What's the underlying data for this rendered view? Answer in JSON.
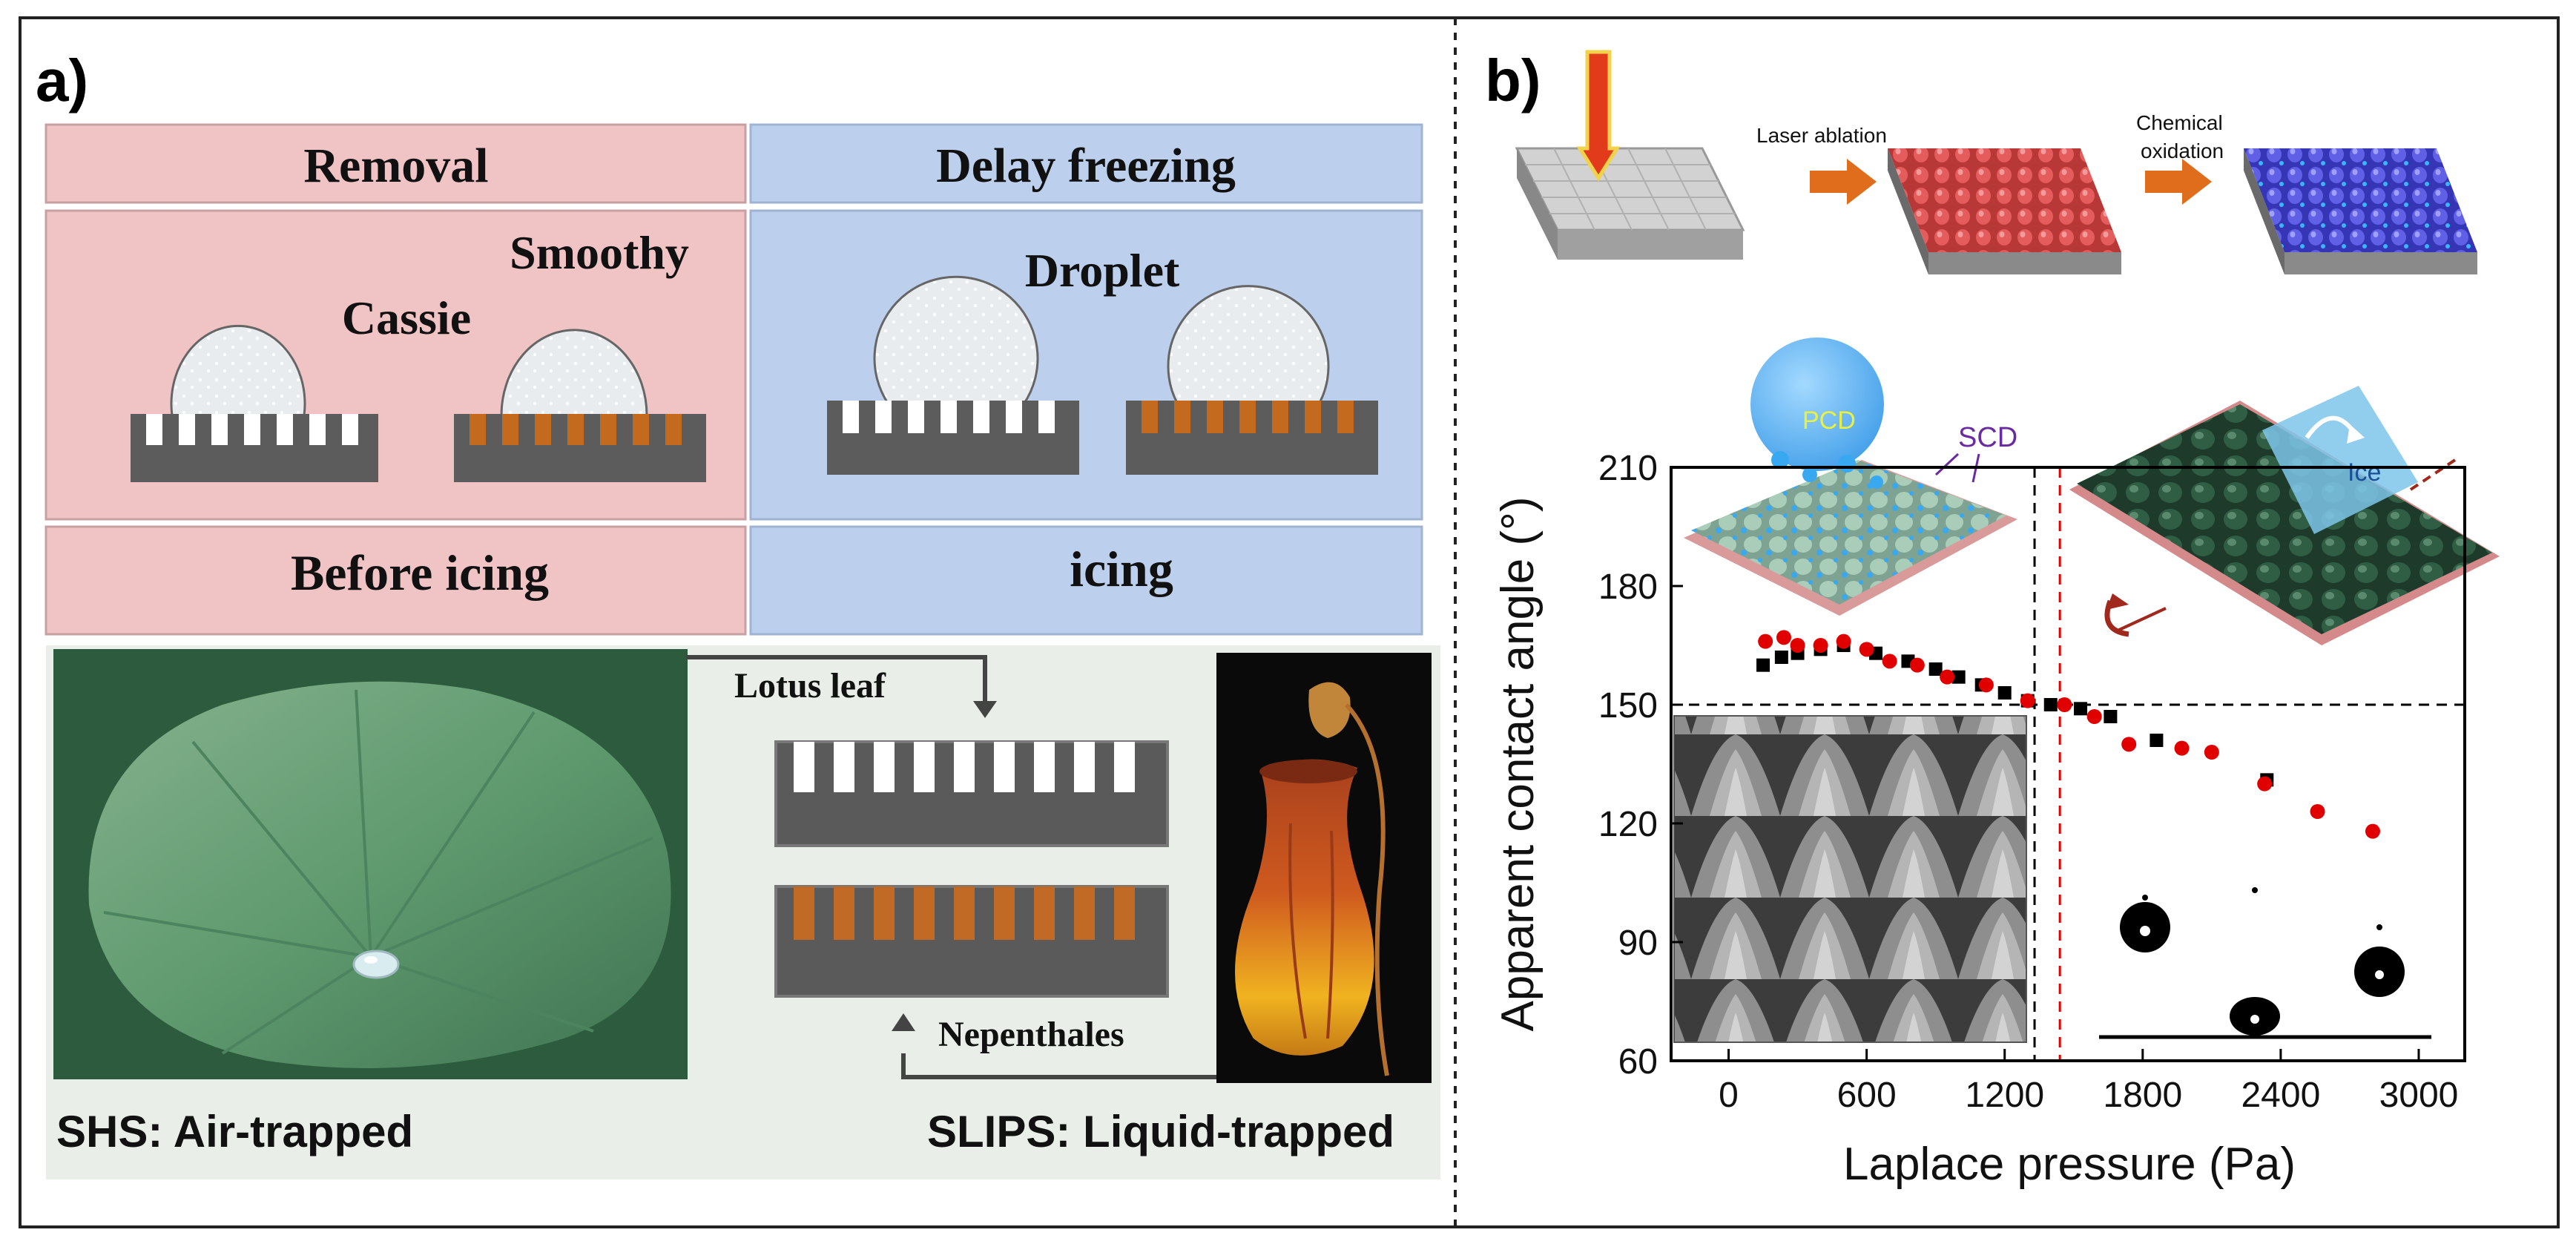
{
  "panel_a": {
    "label": "a)",
    "header_left": "Removal",
    "header_right": "Delay freezing",
    "label_cassie": "Cassie",
    "label_smoothy": "Smoothy",
    "label_droplet": "Droplet",
    "footer_left": "Before icing",
    "footer_right": "icing",
    "lotus_label": "Lotus leaf",
    "nepenthales_label": "Nepenthales",
    "caption_left": "SHS: Air-trapped",
    "caption_right": "SLIPS: Liquid-trapped"
  },
  "panel_b": {
    "label": "b)",
    "step1": "Laser ablation",
    "step2_line1": "Chemical",
    "step2_line2": "oxidation",
    "label_pcd": "PCD",
    "label_scd": "SCD",
    "label_ice": "Ice"
  },
  "chart_data": {
    "type": "scatter",
    "xlabel": "Laplace pressure (Pa)",
    "ylabel": "Apparent contact angle (°)",
    "xlim": [
      -250,
      3200
    ],
    "ylim": [
      60,
      210
    ],
    "x_ticks": [
      0,
      600,
      1200,
      1800,
      2400,
      3000
    ],
    "y_ticks": [
      60,
      90,
      120,
      150,
      180,
      210
    ],
    "series": [
      {
        "color": "#000000",
        "marker": "square",
        "x": [
          150,
          230,
          300,
          400,
          500,
          640,
          780,
          900,
          1000,
          1100,
          1200,
          1300,
          1400,
          1530,
          1660,
          1860,
          2340
        ],
        "y": [
          160,
          162,
          163,
          164,
          165,
          163,
          161,
          159,
          157,
          155,
          153,
          151,
          150,
          149,
          147,
          141,
          131
        ]
      },
      {
        "color": "#e00000",
        "marker": "circle",
        "x": [
          160,
          240,
          300,
          400,
          500,
          600,
          700,
          820,
          950,
          1120,
          1300,
          1460,
          1590,
          1740,
          1970,
          2100,
          2330,
          2560,
          2800
        ],
        "y": [
          166,
          167,
          165,
          165,
          166,
          164,
          161,
          160,
          157,
          155,
          151,
          150,
          147,
          140,
          139,
          138,
          130,
          123,
          118
        ]
      }
    ],
    "reference_lines": {
      "horizontal_y": 150,
      "vertical_black_x": 1330,
      "vertical_red_x": 1440
    }
  }
}
